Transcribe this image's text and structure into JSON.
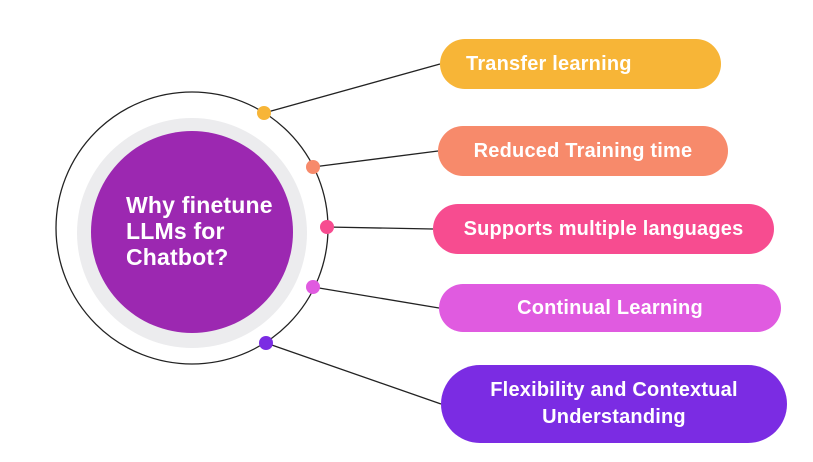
{
  "hub": {
    "title": "Why finetune LLMs for Chatbot?",
    "title_lines": [
      "Why finetune",
      "LLMs for",
      "Chatbot?"
    ],
    "circle_color": "#9C28B1",
    "ring_color": "#ECECEE"
  },
  "theme": {
    "line_color": "#222222",
    "background_color": "#FFFFFF",
    "text_color": "#FFFFFF"
  },
  "pills": [
    {
      "label": "Transfer learning",
      "color": "#F7B537"
    },
    {
      "label": "Reduced Training time",
      "color": "#F78A6B"
    },
    {
      "label": "Supports multiple languages",
      "color": "#F74C90"
    },
    {
      "label": "Continual Learning",
      "color": "#E05BE0"
    },
    {
      "label": "Flexibility and Contextual Understanding",
      "color": "#7B2CE3"
    }
  ]
}
